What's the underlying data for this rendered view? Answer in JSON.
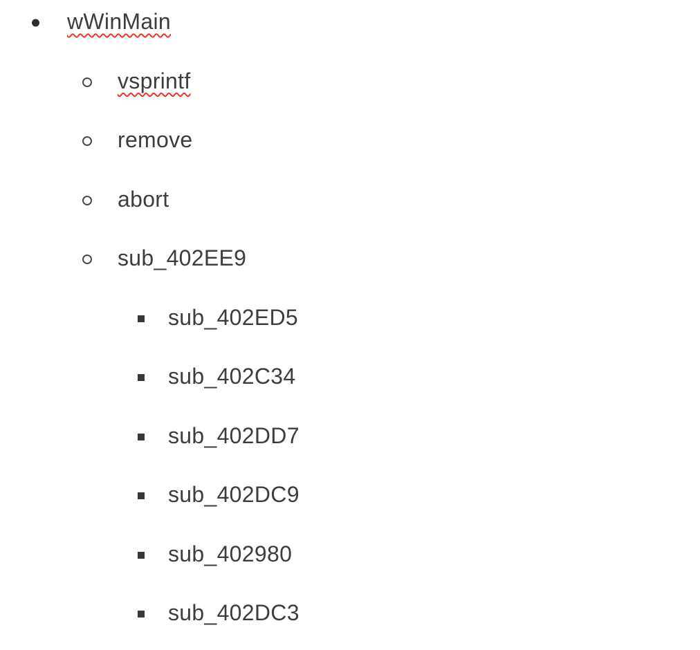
{
  "page": {
    "background": "#ffffff",
    "text_color": "#3d3d3d",
    "bullet_color": "#2d2d2d",
    "spellcheck_underline_color": "#ee3525"
  },
  "outline": {
    "items": [
      {
        "label": "wWinMain",
        "misspelled": true,
        "children": [
          {
            "label": "vsprintf",
            "misspelled": true
          },
          {
            "label": "remove",
            "misspelled": false
          },
          {
            "label": "abort",
            "misspelled": false
          },
          {
            "label": "sub_402EE9",
            "misspelled": false,
            "children": [
              {
                "label": "sub_402ED5",
                "misspelled": false
              },
              {
                "label": "sub_402C34",
                "misspelled": false
              },
              {
                "label": "sub_402DD7",
                "misspelled": false
              },
              {
                "label": "sub_402DC9",
                "misspelled": false
              },
              {
                "label": "sub_402980",
                "misspelled": false
              },
              {
                "label": "sub_402DC3",
                "misspelled": false
              }
            ]
          }
        ]
      }
    ]
  }
}
